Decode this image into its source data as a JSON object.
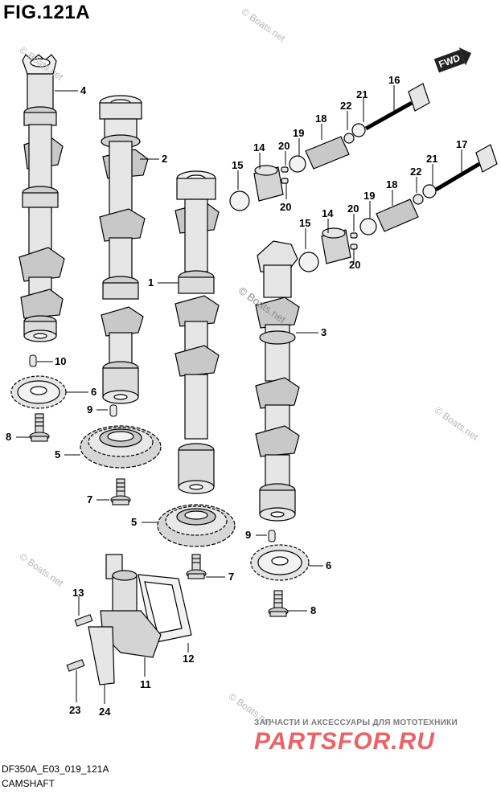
{
  "figure": {
    "title": "FIG.121A",
    "code": "DF350A_E03_019_121A",
    "caption": "CAMSHAFT",
    "fwd_label": "FWD"
  },
  "watermark": {
    "main": "© Boats.net",
    "small": "© Boats.net"
  },
  "ad": {
    "tagline": "ЗАПЧАСТИ И АКСЕССУАРЫ ДЛЯ МОТОТЕХНИКИ",
    "brand": "PARTSFOR.RU"
  },
  "callouts": [
    {
      "id": "c4",
      "label": "4"
    },
    {
      "id": "c2",
      "label": "2"
    },
    {
      "id": "c1",
      "label": "1"
    },
    {
      "id": "c3",
      "label": "3"
    },
    {
      "id": "c10",
      "label": "10"
    },
    {
      "id": "c6a",
      "label": "6"
    },
    {
      "id": "c9a",
      "label": "9"
    },
    {
      "id": "c8a",
      "label": "8"
    },
    {
      "id": "c5a",
      "label": "5"
    },
    {
      "id": "c7a",
      "label": "7"
    },
    {
      "id": "c5b",
      "label": "5"
    },
    {
      "id": "c9b",
      "label": "9"
    },
    {
      "id": "c6b",
      "label": "6"
    },
    {
      "id": "c7b",
      "label": "7"
    },
    {
      "id": "c8b",
      "label": "8"
    },
    {
      "id": "c13",
      "label": "13"
    },
    {
      "id": "c12",
      "label": "12"
    },
    {
      "id": "c11",
      "label": "11"
    },
    {
      "id": "c23",
      "label": "23"
    },
    {
      "id": "c24",
      "label": "24"
    },
    {
      "id": "c16",
      "label": "16"
    },
    {
      "id": "c21a",
      "label": "21"
    },
    {
      "id": "c22a",
      "label": "22"
    },
    {
      "id": "c18a",
      "label": "18"
    },
    {
      "id": "c19a",
      "label": "19"
    },
    {
      "id": "c20a",
      "label": "20"
    },
    {
      "id": "c14a",
      "label": "14"
    },
    {
      "id": "c15a",
      "label": "15"
    },
    {
      "id": "c20b",
      "label": "20"
    },
    {
      "id": "c17",
      "label": "17"
    },
    {
      "id": "c21b",
      "label": "21"
    },
    {
      "id": "c22b",
      "label": "22"
    },
    {
      "id": "c18b",
      "label": "18"
    },
    {
      "id": "c19b",
      "label": "19"
    },
    {
      "id": "c20c",
      "label": "20"
    },
    {
      "id": "c14b",
      "label": "14"
    },
    {
      "id": "c15b",
      "label": "15"
    },
    {
      "id": "c20d",
      "label": "20"
    }
  ]
}
